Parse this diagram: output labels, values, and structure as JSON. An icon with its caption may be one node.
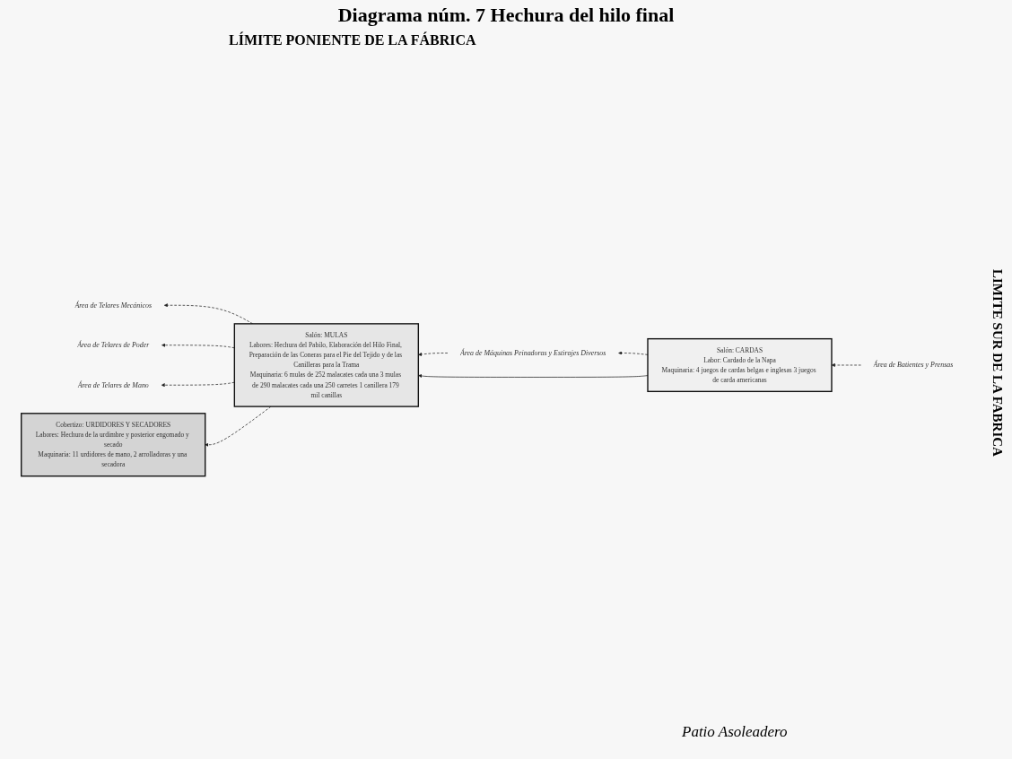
{
  "diagram": {
    "title": "Diagrama núm. 7 Hechura del hilo final",
    "nodes": [
      {
        "text": [
          "Área de Máquinas Peinadoras y Estirajes Diversos"
        ]
      },
      {
        "text": [
          "Salón: MULAS",
          "Labores: Hechura del Pabilo, Elaboración del Hilo Final, Preparación de las Coneras para el Pie del Tejido y de las Canilleras para la Trama",
          "Maquinaria: 6 mulas de 252 malacates cada una 3 mulas de 290 malacates cada una 250 carretes 1 canillera 179 mil canillas"
        ]
      },
      {
        "text": [
          "Área de Telares Mecánicos"
        ]
      },
      {
        "text": [
          "Salón: CARDAS",
          "Labor: Cardado de la Napa",
          "Maquinaria: 4 juegos de cardas belgas e inglesas 3 juegos de carda americanas"
        ]
      },
      {
        "text": [
          "Área de Telares de Poder"
        ]
      },
      {
        "text": [
          "Área de Telares de Mano"
        ]
      },
      {
        "text": [
          "Área de Batientes y Prensas"
        ]
      },
      {
        "text": [
          "Cobertizo: URDIDORES Y SECADORES",
          "Labores: Hechura de la urdimbre y posterior engomado y secado",
          "Maquinaria: 11 urdidores de mano, 2 arrolladoras y una secadora"
        ]
      }
    ],
    "edges": [
      {
        "from": 0,
        "to": 1,
        "arrow": "to",
        "style": "dashed"
      },
      {
        "from": 1,
        "to": 2,
        "arrow": "to",
        "style": "dashed"
      },
      {
        "from": 3,
        "to": 0,
        "arrow": "to",
        "style": "dashed"
      },
      {
        "from": 1,
        "to": 4,
        "arrow": "to",
        "style": "dashed"
      },
      {
        "from": 1,
        "to": 5,
        "arrow": "to",
        "style": "dashed"
      },
      {
        "from": 6,
        "to": 3,
        "arrow": "to",
        "style": "dashed"
      },
      {
        "from": 1,
        "to": 7,
        "arrow": "to",
        "style": "dashed"
      },
      {
        "from": 3,
        "to": 1,
        "arrow": "to"
      }
    ],
    "labels": [
      "LÍMITE PONIENTE DE LA FÁBRICA",
      "LIMITE SUR DE LA FABRICA",
      "Patio Asoleadero"
    ]
  }
}
